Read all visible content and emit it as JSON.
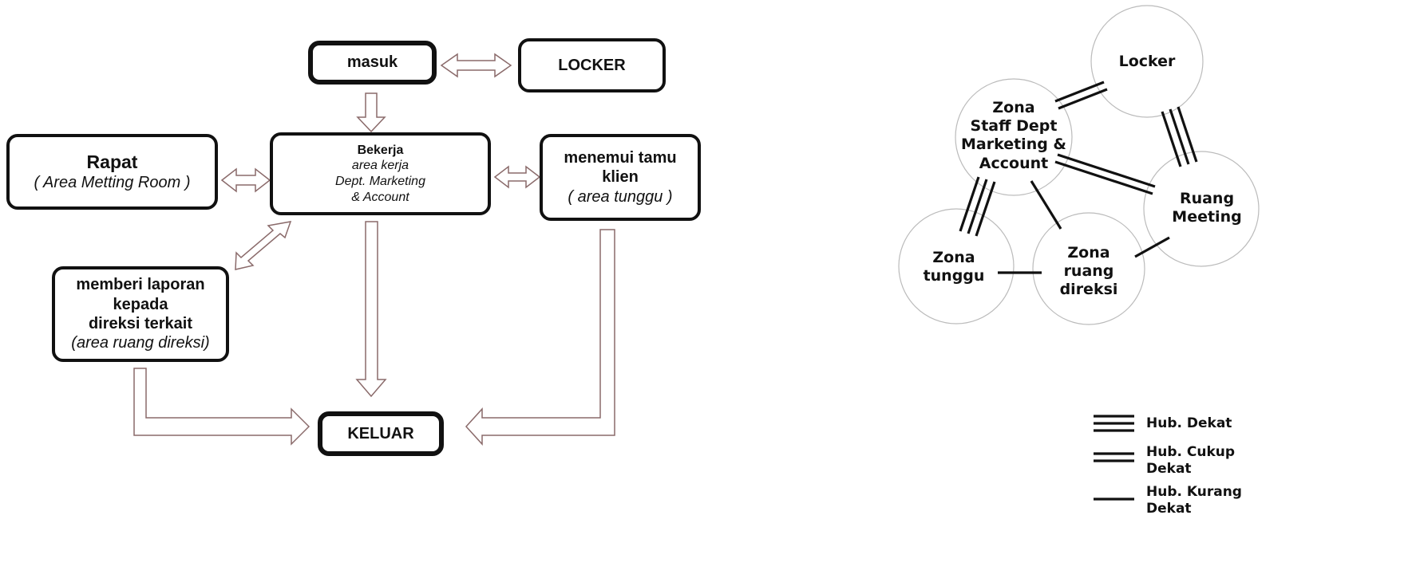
{
  "flow": {
    "masuk": "masuk",
    "locker": "LOCKER",
    "rapat": {
      "title": "Rapat",
      "area": "( Area Metting Room )"
    },
    "bekerja": {
      "title": "Bekerja",
      "line1": "area kerja",
      "line2": "Dept. Marketing",
      "line3": "& Account"
    },
    "tamu": {
      "line1": "menemui tamu",
      "line2": "klien",
      "area": "( area tunggu )"
    },
    "laporan": {
      "line1": "memberi laporan",
      "line2": "kepada",
      "line3": "direksi terkait",
      "area": "(area ruang direksi)"
    },
    "keluar": "KELUAR"
  },
  "bubble": {
    "locker": [
      "Locker"
    ],
    "staff": [
      "Zona",
      "Staff Dept",
      "Marketing &",
      "Account"
    ],
    "meeting": [
      "Ruang",
      "Meeting"
    ],
    "tunggu": [
      "Zona",
      "tunggu"
    ],
    "direksi": [
      "Zona",
      "ruang",
      "direksi"
    ]
  },
  "legend": {
    "dekat": "Hub. Dekat",
    "cukup": [
      "Hub. Cukup",
      "Dekat"
    ],
    "kurang": [
      "Hub. Kurang",
      "Dekat"
    ]
  },
  "colors": {
    "arrow_stroke": "#8a6a6a",
    "line": "#111111",
    "circle_stroke": "#bbbbbb"
  }
}
